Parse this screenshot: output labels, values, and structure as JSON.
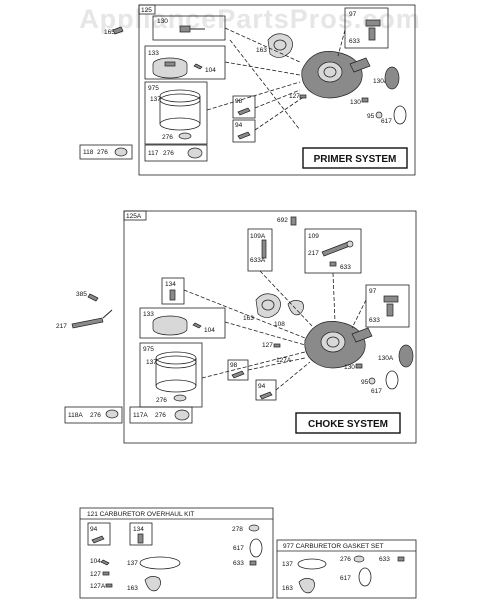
{
  "watermark": "AppliancePartsPros.com",
  "primer": {
    "box_id": "125",
    "title": "PRIMER SYSTEM",
    "labels": {
      "p165": "165",
      "p130": "130",
      "p133": "133",
      "p104": "104",
      "p163": "163",
      "p97": "97",
      "p633": "633",
      "p975": "975",
      "p137": "137",
      "p276": "276",
      "p127": "127",
      "p130a": "130A",
      "p130b": "130",
      "p98": "98",
      "p94": "94",
      "p95": "95",
      "p617": "617",
      "p118": "118",
      "p118_276": "276",
      "p117": "117",
      "p117_276": "276"
    }
  },
  "choke": {
    "box_id": "125A",
    "title": "CHOKE SYSTEM",
    "labels": {
      "p692": "692",
      "p109a": "109A",
      "p633a": "633A",
      "p109": "109",
      "p217": "217",
      "p633": "633",
      "p385": "385",
      "p217ext": "217",
      "p134": "134",
      "p163": "163",
      "p108": "108",
      "p97": "97",
      "p633b": "633",
      "p133": "133",
      "p104": "104",
      "p975": "975",
      "p137": "137",
      "p276": "276",
      "p127": "127",
      "p127a": "127A",
      "p98": "98",
      "p130": "130",
      "p130a": "130A",
      "p94": "94",
      "p95": "95",
      "p617": "617",
      "p118a": "118A",
      "p118a_276": "276",
      "p117a": "117A",
      "p117a_276": "276"
    }
  },
  "overhaul": {
    "title": "121 CARBURETOR OVERHAUL KIT",
    "labels": {
      "p94": "94",
      "p134": "134",
      "p278": "278",
      "p104": "104",
      "p137": "137",
      "p617": "617",
      "p127": "127",
      "p633": "633",
      "p127a": "127A",
      "p163": "163"
    }
  },
  "gasket": {
    "title": "977 CARBURETOR GASKET SET",
    "labels": {
      "p137": "137",
      "p276": "276",
      "p633": "633",
      "p617": "617",
      "p163": "163"
    }
  }
}
